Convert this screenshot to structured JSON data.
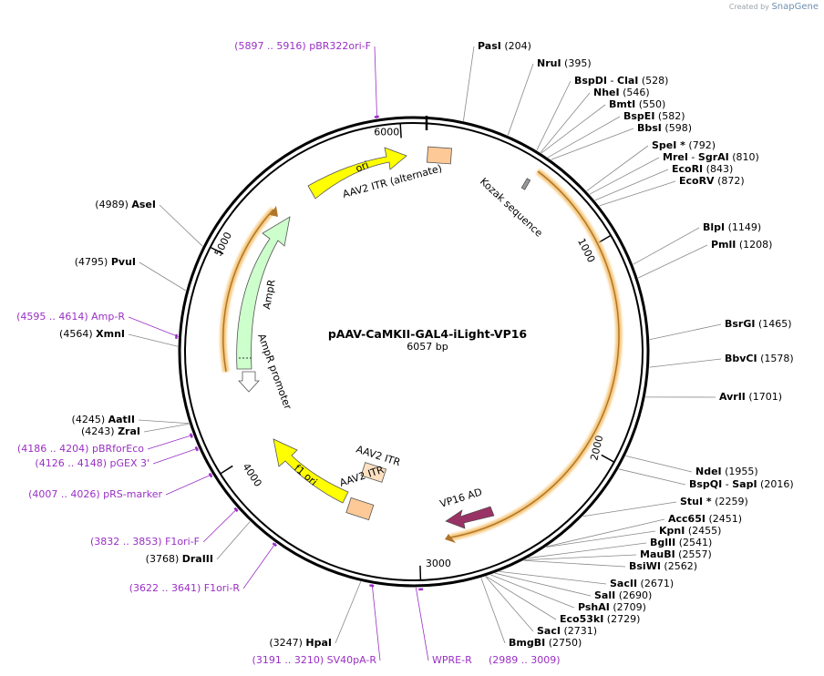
{
  "credit": {
    "prefix": "Created by",
    "brand": "SnapGene"
  },
  "plasmid": {
    "name": "pAAV-CaMKII-GAL4-iLight-VP16",
    "size_label": "6057 bp",
    "length": 6057
  },
  "ticks": [
    "1000",
    "2000",
    "3000",
    "4000",
    "5000",
    "6000"
  ],
  "sites": [
    {
      "name": "PasI",
      "pos": "(204)"
    },
    {
      "name": "NruI",
      "pos": "(395)"
    },
    {
      "name": "BspDI",
      "name2": "ClaI",
      "pos": "(528)"
    },
    {
      "name": "NheI",
      "pos": "(546)"
    },
    {
      "name": "BmtI",
      "pos": "(550)"
    },
    {
      "name": "BspEI",
      "pos": "(582)"
    },
    {
      "name": "BbsI",
      "pos": "(598)"
    },
    {
      "name": "SpeI *",
      "pos": "(792)"
    },
    {
      "name": "MreI",
      "name2": "SgrAI",
      "pos": "(810)"
    },
    {
      "name": "EcoRI",
      "pos": "(843)"
    },
    {
      "name": "EcoRV",
      "pos": "(872)"
    },
    {
      "name": "BlpI",
      "pos": "(1149)"
    },
    {
      "name": "PmlI",
      "pos": "(1208)"
    },
    {
      "name": "BsrGI",
      "pos": "(1465)"
    },
    {
      "name": "BbvCI",
      "pos": "(1578)"
    },
    {
      "name": "AvrII",
      "pos": "(1701)"
    },
    {
      "name": "NdeI",
      "pos": "(1955)"
    },
    {
      "name": "BspQI",
      "name2": "SapI",
      "pos": "(2016)"
    },
    {
      "name": "StuI *",
      "pos": "(2259)"
    },
    {
      "name": "Acc65I",
      "pos": "(2451)"
    },
    {
      "name": "KpnI",
      "pos": "(2455)"
    },
    {
      "name": "BglII",
      "pos": "(2541)"
    },
    {
      "name": "MauBI",
      "pos": "(2557)"
    },
    {
      "name": "BsiWI",
      "pos": "(2562)"
    },
    {
      "name": "SacII",
      "pos": "(2671)"
    },
    {
      "name": "SalI",
      "pos": "(2690)"
    },
    {
      "name": "PshAI",
      "pos": "(2709)"
    },
    {
      "name": "Eco53kI",
      "pos": "(2729)"
    },
    {
      "name": "SacI",
      "pos": "(2731)"
    },
    {
      "name": "BmgBI",
      "pos": "(2750)"
    },
    {
      "name": "HpaI",
      "pos": "(3247)"
    },
    {
      "name": "DraIII",
      "pos": "(3768)"
    },
    {
      "name": "ZraI",
      "pos": "(4243)"
    },
    {
      "name": "AatII",
      "pos": "(4245)"
    },
    {
      "name": "XmnI",
      "pos": "(4564)"
    },
    {
      "name": "PvuI",
      "pos": "(4795)"
    },
    {
      "name": "AseI",
      "pos": "(4989)"
    }
  ],
  "primers": [
    {
      "range": "(5897 .. 5916)",
      "name": "pBR322ori-F"
    },
    {
      "range": "(4595 .. 4614)",
      "name": "Amp-R"
    },
    {
      "range": "(4186 .. 4204)",
      "name": "pBRforEco"
    },
    {
      "range": "(4126 .. 4148)",
      "name": "pGEX 3'"
    },
    {
      "range": "(4007 .. 4026)",
      "name": "pRS-marker"
    },
    {
      "range": "(3832 .. 3853)",
      "name": "F1ori-F"
    },
    {
      "range": "(3622 .. 3641)",
      "name": "F1ori-R"
    },
    {
      "range": "(3191 .. 3210)",
      "name": "SV40pA-R"
    },
    {
      "range": "",
      "name": "WPRE-R"
    },
    {
      "range": "(2989 .. 3009)",
      "name": ""
    }
  ],
  "features": {
    "ori": "ori",
    "aav2_itr_alt": "AAV2 ITR (alternate)",
    "kozak": "Kozak sequence",
    "ampr": "AmpR",
    "ampr_promoter": "AmpR promoter",
    "aav2_itr_1": "AAV2 ITR",
    "aav2_itr_2": "AAV2 ITR",
    "f1_ori": "f1 ori",
    "vp16": "VP16 AD"
  },
  "colors": {
    "ori": "#ffff00",
    "f1_ori": "#ffff00",
    "ampr": "#ccffcc",
    "itr": "#fdc997",
    "itr_light": "#fde0c0",
    "vp16": "#993366",
    "orf_glow": "#f5c77a",
    "orf_line": "#b0752a",
    "primer": "#9a2fc4",
    "leader": "#888888"
  }
}
